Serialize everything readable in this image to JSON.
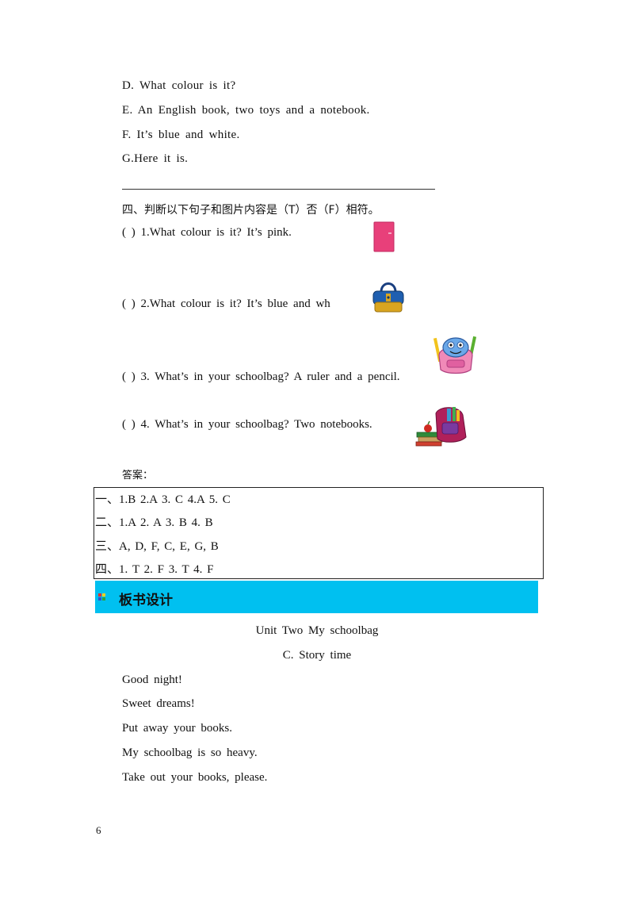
{
  "options": [
    "D. What colour is it?",
    "E. An English book, two toys and a notebook.",
    "F. It’s blue and white.",
    "G.Here it is."
  ],
  "section4": {
    "title": "四、判断以下句子和图片内容是（T）否（F）相符。",
    "questions": [
      "(   ) 1.What colour is it? It’s pink.",
      "(      ) 2.What colour is it? It’s blue and wh",
      "(      ) 3. What’s in your schoolbag? A ruler and a pencil.",
      "(      ) 4. What’s in your schoolbag? Two notebooks."
    ]
  },
  "answers": {
    "label": "答案：",
    "lines": [
      "一、1.B 2.A 3. C 4.A 5. C",
      "二、1.A 2. A 3. B 4. B",
      "三、A, D, F, C, E, G, B",
      "四、1. T 2. F 3. T 4. F"
    ]
  },
  "board": {
    "title": "板书设计",
    "unit": "Unit Two My schoolbag",
    "part": "C. Story time",
    "lines": [
      "Good night!",
      "Sweet dreams!",
      "Put away your books.",
      "My schoolbag is so heavy.",
      "Take out your books, please."
    ]
  },
  "page_number": "6",
  "colors": {
    "banner": "#00c0f0",
    "pink_notebook": "#e8407a",
    "bag_blue": "#1f5fb0",
    "bag_yellow": "#d9a520"
  }
}
